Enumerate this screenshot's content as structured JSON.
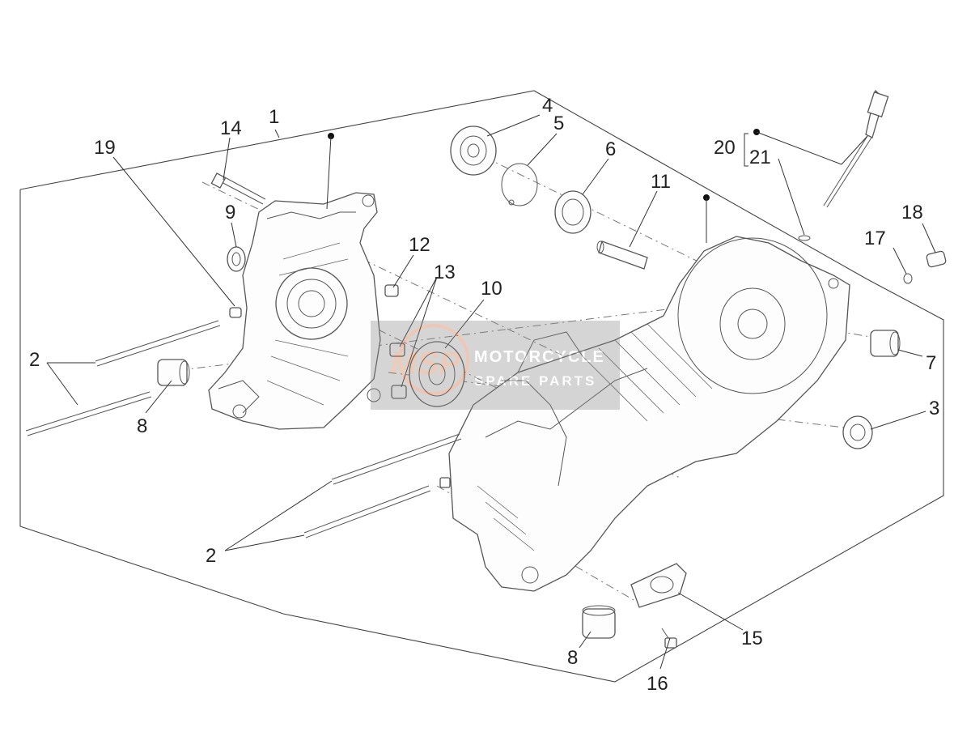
{
  "callouts": {
    "c1": "1",
    "c2a": "2",
    "c2b": "2",
    "c3": "3",
    "c4": "4",
    "c5": "5",
    "c6": "6",
    "c7": "7",
    "c8a": "8",
    "c8b": "8",
    "c9": "9",
    "c10": "10",
    "c11": "11",
    "c12": "12",
    "c13": "13",
    "c14": "14",
    "c15": "15",
    "c16": "16",
    "c17": "17",
    "c18": "18",
    "c19": "19",
    "c20": "20",
    "c21": "21"
  },
  "watermark": {
    "logo": "MSP",
    "line1": "MOTORCYCLE",
    "line2": "SPARE PARTS"
  }
}
